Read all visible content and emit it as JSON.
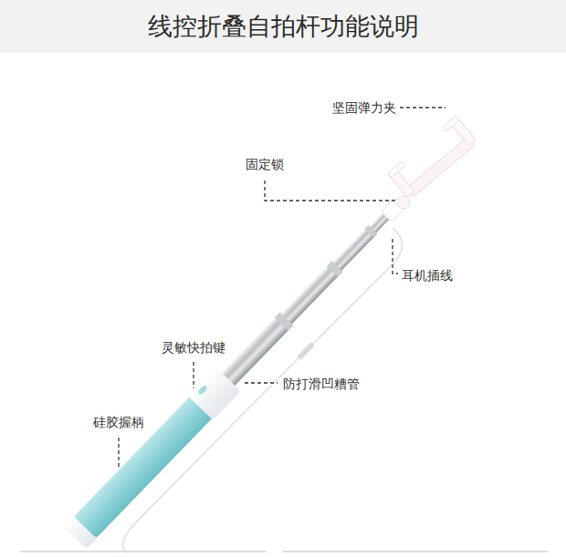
{
  "diagram": {
    "title": "线控折叠自拍杆功能说明",
    "labels": [
      "坚固弹力夹",
      "固定锁",
      "耳机插线",
      "灵敏快拍键",
      "防打滑凹糟管",
      "硅胶握柄"
    ]
  }
}
